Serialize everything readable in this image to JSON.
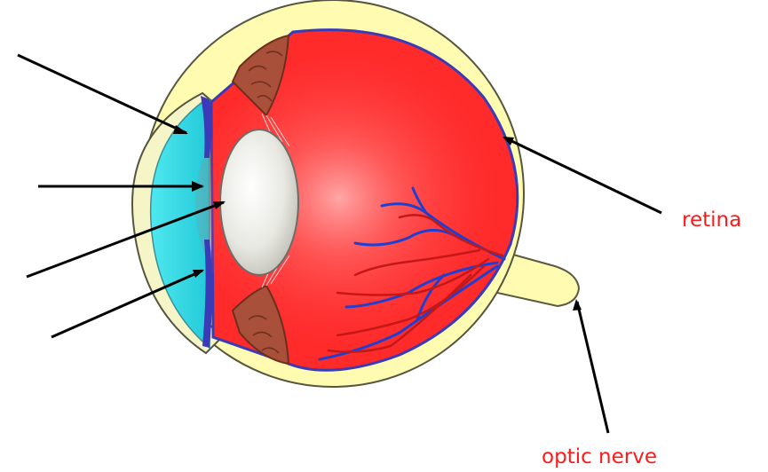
{
  "labels": {
    "retina": "retina",
    "optic_nerve": "optic nerve"
  },
  "colors": {
    "label_text": "#ff1a1a",
    "eyeball": "#ff2a2a",
    "sclera": "#fffbb0",
    "cornea": "#33e0e8",
    "lens": "#e6e6e0",
    "ciliary_muscle": "#a8503a",
    "vein": "#1f3fd0",
    "artery": "#c41818",
    "pointer": "#000000"
  },
  "pointers": {
    "unlabeled_count": 4
  }
}
